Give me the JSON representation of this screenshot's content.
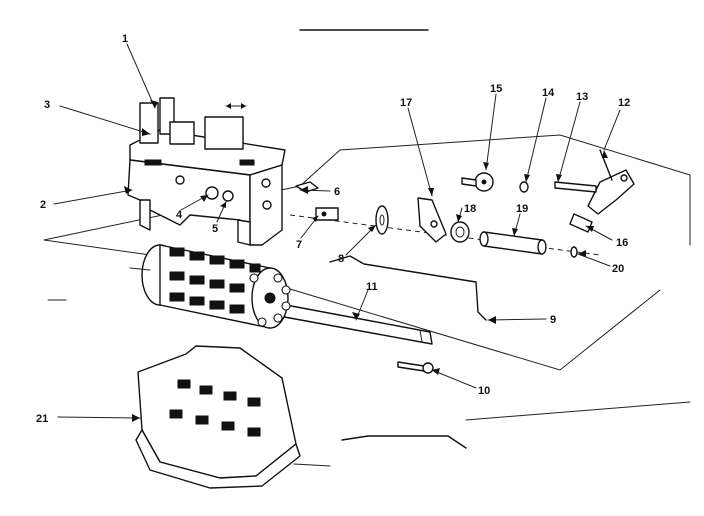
{
  "colors": {
    "ink": "#111111",
    "paper": "#ffffff"
  },
  "callouts": [
    {
      "id": "1",
      "label": "1"
    },
    {
      "id": "2",
      "label": "2"
    },
    {
      "id": "3",
      "label": "3"
    },
    {
      "id": "4",
      "label": "4"
    },
    {
      "id": "5",
      "label": "5"
    },
    {
      "id": "6",
      "label": "6"
    },
    {
      "id": "7",
      "label": "7"
    },
    {
      "id": "8",
      "label": "8"
    },
    {
      "id": "9",
      "label": "9"
    },
    {
      "id": "10",
      "label": "10"
    },
    {
      "id": "11",
      "label": "11"
    },
    {
      "id": "12",
      "label": "12"
    },
    {
      "id": "13",
      "label": "13"
    },
    {
      "id": "14",
      "label": "14"
    },
    {
      "id": "15",
      "label": "15"
    },
    {
      "id": "16",
      "label": "16"
    },
    {
      "id": "17",
      "label": "17"
    },
    {
      "id": "18",
      "label": "18"
    },
    {
      "id": "19",
      "label": "19"
    },
    {
      "id": "20",
      "label": "20"
    },
    {
      "id": "21",
      "label": "21"
    }
  ]
}
